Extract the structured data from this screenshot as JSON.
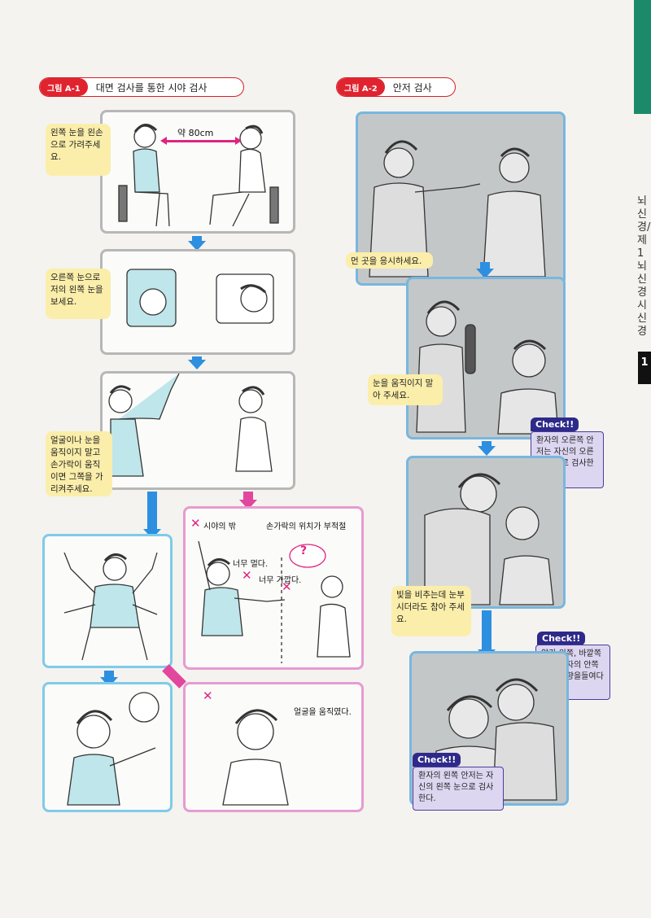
{
  "side": {
    "vertical_text": "뇌신경/제1뇌신경시신경",
    "page_mark": "1"
  },
  "figA1": {
    "tag": "그림 A-1",
    "title": "대면 검사를 통한 시야 검사",
    "distance_label": "약 80cm",
    "bubble1": "왼쪽 눈을 왼손으로 가려주세요.",
    "bubble2": "오른쪽 눈으로 저의 왼쪽 눈을 보세요.",
    "bubble3": "얼굴이나 눈을 움직이지 말고 손가락이 움직이면 그쪽을 가리켜주세요.",
    "wrong_outside": "시야의 밖",
    "wrong_position": "손가락의 위치가 부적절",
    "too_far": "너무 멀다.",
    "too_close": "너무 가깝다.",
    "question_mark": "?",
    "moved_face": "얼굴을 움직였다."
  },
  "figA2": {
    "tag": "그림 A-2",
    "title": "안저 검사",
    "bubble1": "먼 곳을 응시하세요.",
    "bubble2": "눈을 움직이지 말아 주세요.",
    "bubble3": "빛을 비추는데 눈부시더라도 참아 주세요.",
    "check_label": "Check!!",
    "check1": "환자의 오른쪽 안저는 자신의 오른쪽 눈으로 검사한다.",
    "check2": "약간 위쪽, 바깥쪽에서 환자의 안쪽 아래 방향을들여다본다.",
    "check3": "환자의 왼쪽 안저는 자신의 왼쪽 눈으로 검사한다."
  },
  "colors": {
    "red": "#e0242f",
    "blue_arrow": "#2d8fe0",
    "pink_arrow": "#e0479d",
    "bubble": "#fbeeaa",
    "check_bg": "#ddd6f0",
    "green_tab": "#1b8a6b"
  }
}
